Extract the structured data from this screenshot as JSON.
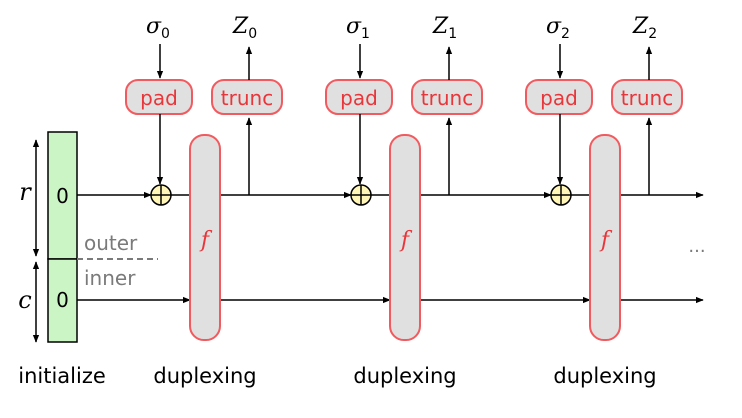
{
  "colors": {
    "state_fill": "#ccf5c6",
    "box_fill": "#e0e0e0",
    "box_stroke": "#f15a5e",
    "box_text": "#e8363a",
    "xor_fill": "#fff6b8",
    "line": "#000000",
    "separator": "#7a7a7a"
  },
  "state": {
    "rate_label": "r",
    "capacity_label": "c",
    "rate_value": "0",
    "capacity_value": "0",
    "outer_label": "outer",
    "inner_label": "inner"
  },
  "stages": [
    {
      "sigma_base": "σ",
      "sigma_sub": "0",
      "z_base": "Z",
      "z_sub": "0",
      "pad_label": "pad",
      "trunc_label": "trunc",
      "f_label": "f",
      "caption": "duplexing"
    },
    {
      "sigma_base": "σ",
      "sigma_sub": "1",
      "z_base": "Z",
      "z_sub": "1",
      "pad_label": "pad",
      "trunc_label": "trunc",
      "f_label": "f",
      "caption": "duplexing"
    },
    {
      "sigma_base": "σ",
      "sigma_sub": "2",
      "z_base": "Z",
      "z_sub": "2",
      "pad_label": "pad",
      "trunc_label": "trunc",
      "f_label": "f",
      "caption": "duplexing"
    }
  ],
  "initialize_caption": "initialize",
  "ellipsis": "..."
}
